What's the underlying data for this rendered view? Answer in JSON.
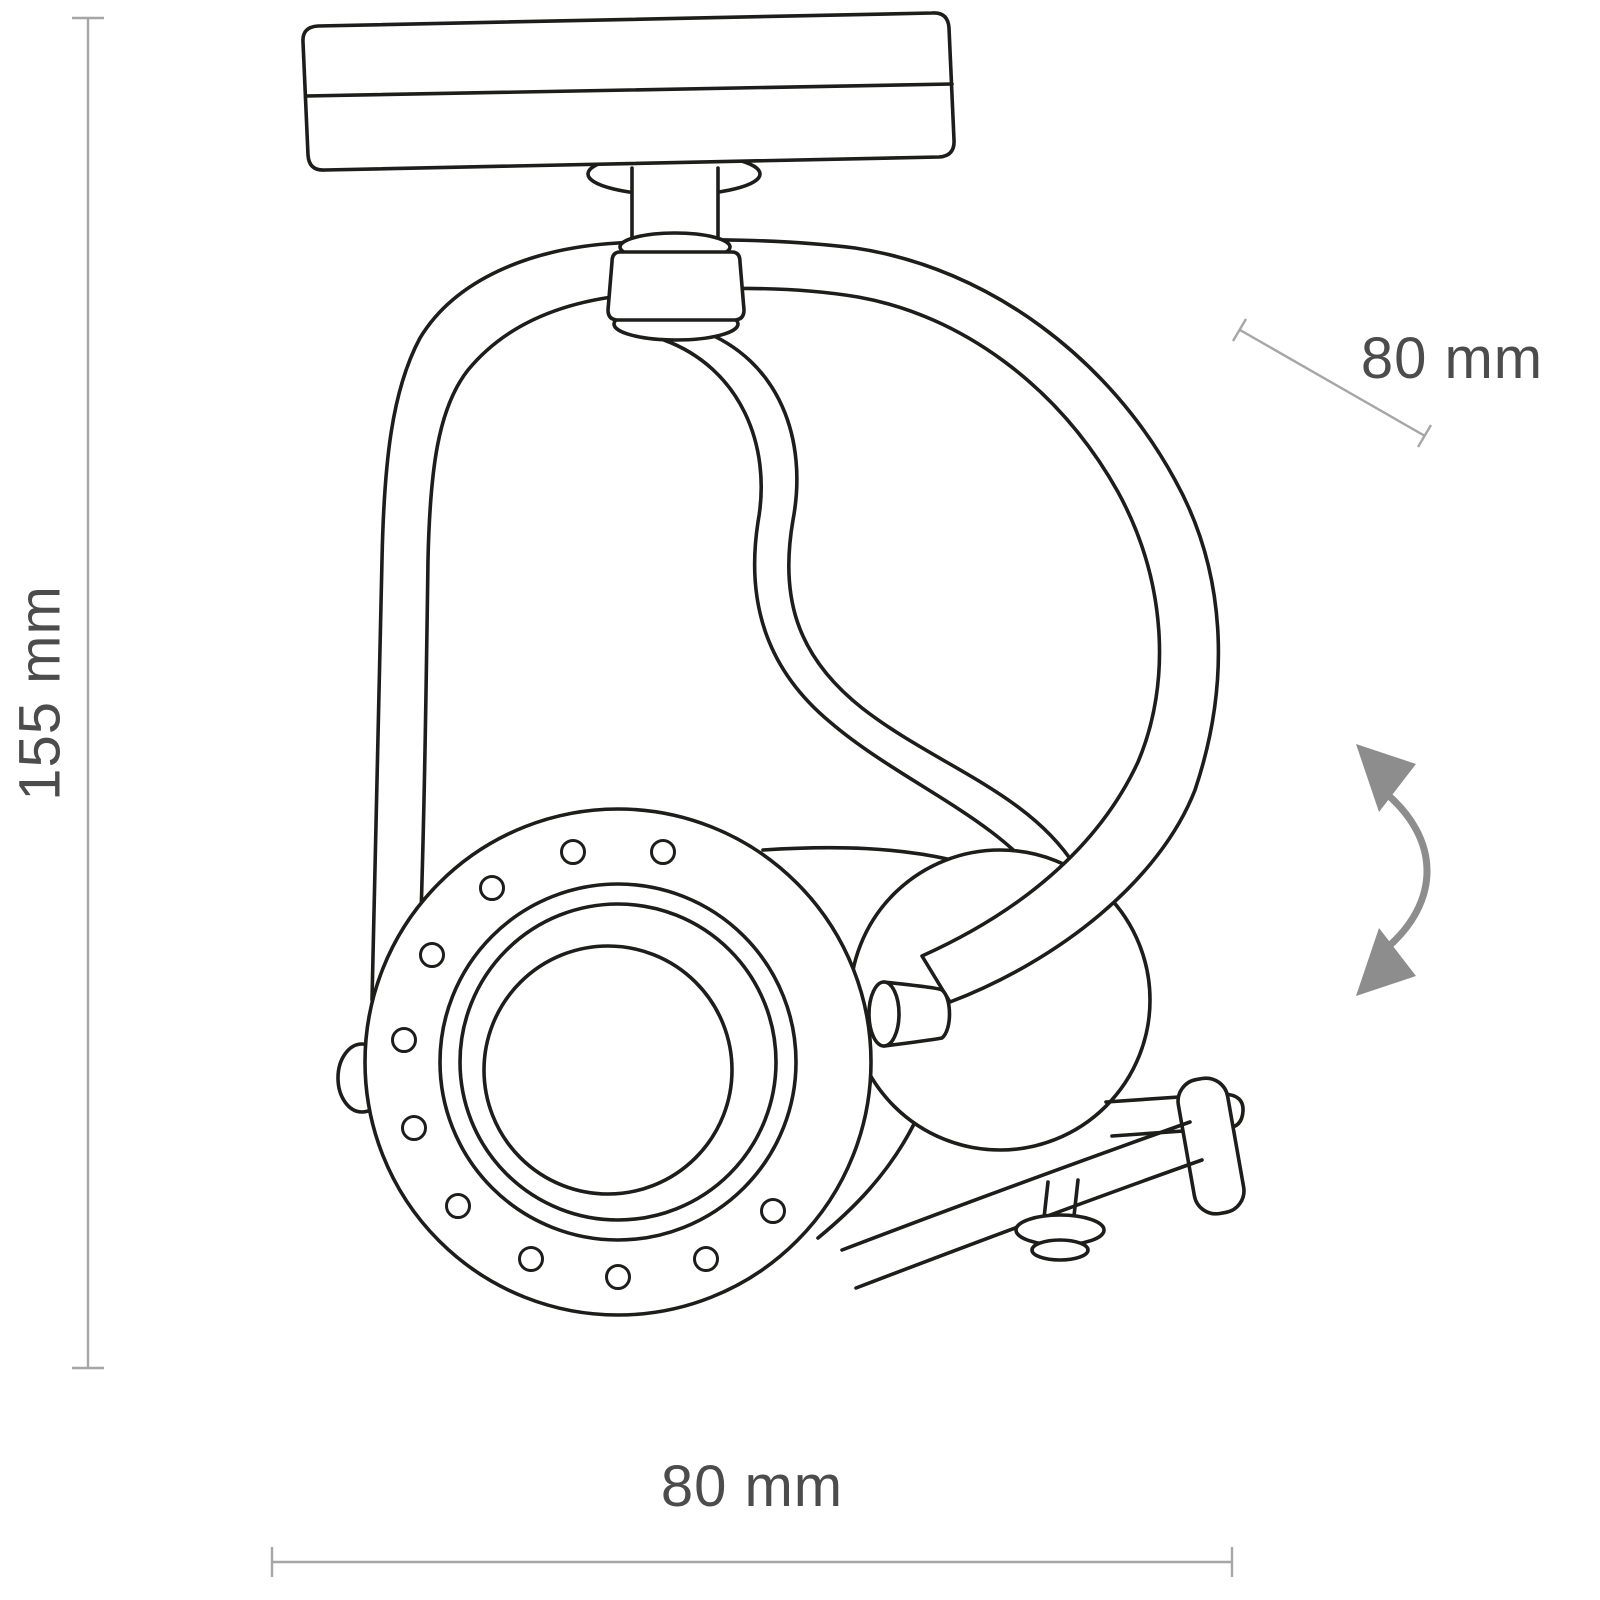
{
  "figure_type": "technical-dimension-drawing",
  "dimensions": {
    "height": {
      "label": "155 mm"
    },
    "depth": {
      "label": "80 mm"
    },
    "width": {
      "label": "80 mm"
    }
  },
  "icons": {
    "rotation_arrow": "curved-double-headed-arrow"
  },
  "colors": {
    "background": "#ffffff",
    "line": "#1d1d1b",
    "dimension_line": "#a6a6a6",
    "dimension_text": "#4c4c4c",
    "rotation_arrow": "#8d8d8d"
  }
}
